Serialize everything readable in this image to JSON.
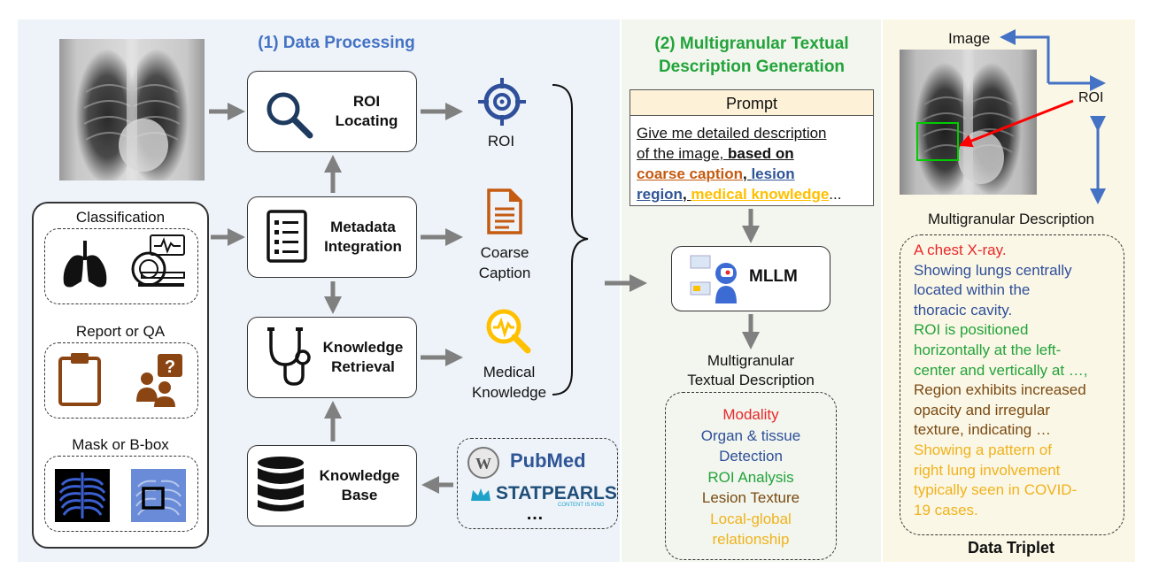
{
  "section1": {
    "title": "(1) Data Processing"
  },
  "section2": {
    "title_line1": "(2) Multigranular Textual",
    "title_line2": "Description Generation"
  },
  "section3": {
    "title": "Data Triplet"
  },
  "steps": {
    "roi_locating": [
      "ROI",
      "Locating"
    ],
    "metadata_integration": [
      "Metadata",
      "Integration"
    ],
    "knowledge_retrieval": [
      "Knowledge",
      "Retrieval"
    ],
    "knowledge_base": [
      "Knowledge",
      "Base"
    ]
  },
  "outputs": {
    "roi": "ROI",
    "coarse_caption": [
      "Coarse",
      "Caption"
    ],
    "medical_knowledge": [
      "Medical",
      "Knowledge"
    ]
  },
  "sources": {
    "classification": "Classification",
    "report_qa": "Report or QA",
    "mask_bbox": "Mask or B-box"
  },
  "knowledge_sources": {
    "pubmed": "PubMed",
    "statpearls": "STATPEARLS",
    "statpearls_tag": "CONTENT IS KING",
    "more": "…"
  },
  "prompt": {
    "header": "Prompt",
    "text_1": "Give me detailed description",
    "text_2": "of the image, ",
    "text_2_bold": "based on",
    "coarse": "coarse caption",
    "comma_1": ", ",
    "lesion_1": "lesion",
    "lesion_2": "region",
    "comma_2": ", ",
    "medical": "medical knowledge",
    "ellipsis": "..."
  },
  "mllm": {
    "label": "MLLM"
  },
  "textual_description": {
    "heading": [
      "Multigranular",
      "Textual Description"
    ],
    "items": [
      {
        "text": "Modality",
        "color": "#e8282b"
      },
      {
        "text": "Organ & tissue",
        "color": "#2f4f9a"
      },
      {
        "text": "Detection",
        "color": "#2f4f9a"
      },
      {
        "text": "ROI Analysis",
        "color": "#23a33b"
      },
      {
        "text": "Lesion Texture",
        "color": "#7a4a12"
      },
      {
        "text": "Local-global",
        "color": "#f0b21d"
      },
      {
        "text": "relationship",
        "color": "#f0b21d"
      }
    ]
  },
  "triplet": {
    "image_label": "Image",
    "roi_label": "ROI",
    "desc_heading": "Multigranular Description",
    "lines": [
      {
        "text": "A chest X-ray.",
        "color": "#e8282b"
      },
      {
        "text": "Showing lungs centrally",
        "color": "#2f4f9a"
      },
      {
        "text": "located within the",
        "color": "#2f4f9a"
      },
      {
        "text": "thoracic cavity.",
        "color": "#2f4f9a"
      },
      {
        "text": "ROI is positioned",
        "color": "#23a33b"
      },
      {
        "text": "horizontally at the left-",
        "color": "#23a33b"
      },
      {
        "text": "center and vertically at …,",
        "color": "#23a33b"
      },
      {
        "text": "Region exhibits increased",
        "color": "#7a4a12"
      },
      {
        "text": "opacity and irregular",
        "color": "#7a4a12"
      },
      {
        "text": "texture, indicating …",
        "color": "#7a4a12"
      },
      {
        "text": "Showing a pattern of",
        "color": "#f0b21d"
      },
      {
        "text": "right lung involvement",
        "color": "#f0b21d"
      },
      {
        "text": "typically seen in COVID-",
        "color": "#f0b21d"
      },
      {
        "text": "19 cases.",
        "color": "#f0b21d"
      }
    ]
  },
  "colors": {
    "section1_bg": "#eef3f9",
    "section2_bg": "#f2f6ee",
    "section3_bg": "#fbf7e6",
    "title_blue": "#4472c4",
    "title_green": "#23a33b",
    "arrow_gray": "#808080",
    "coarse_brown": "#c55a11",
    "lesion_blue": "#2f5597",
    "medical_yellow": "#ffc000",
    "triplet_blue": "#4472c4",
    "roi_red": "#ff0000",
    "roi_green": "#00cc00"
  }
}
